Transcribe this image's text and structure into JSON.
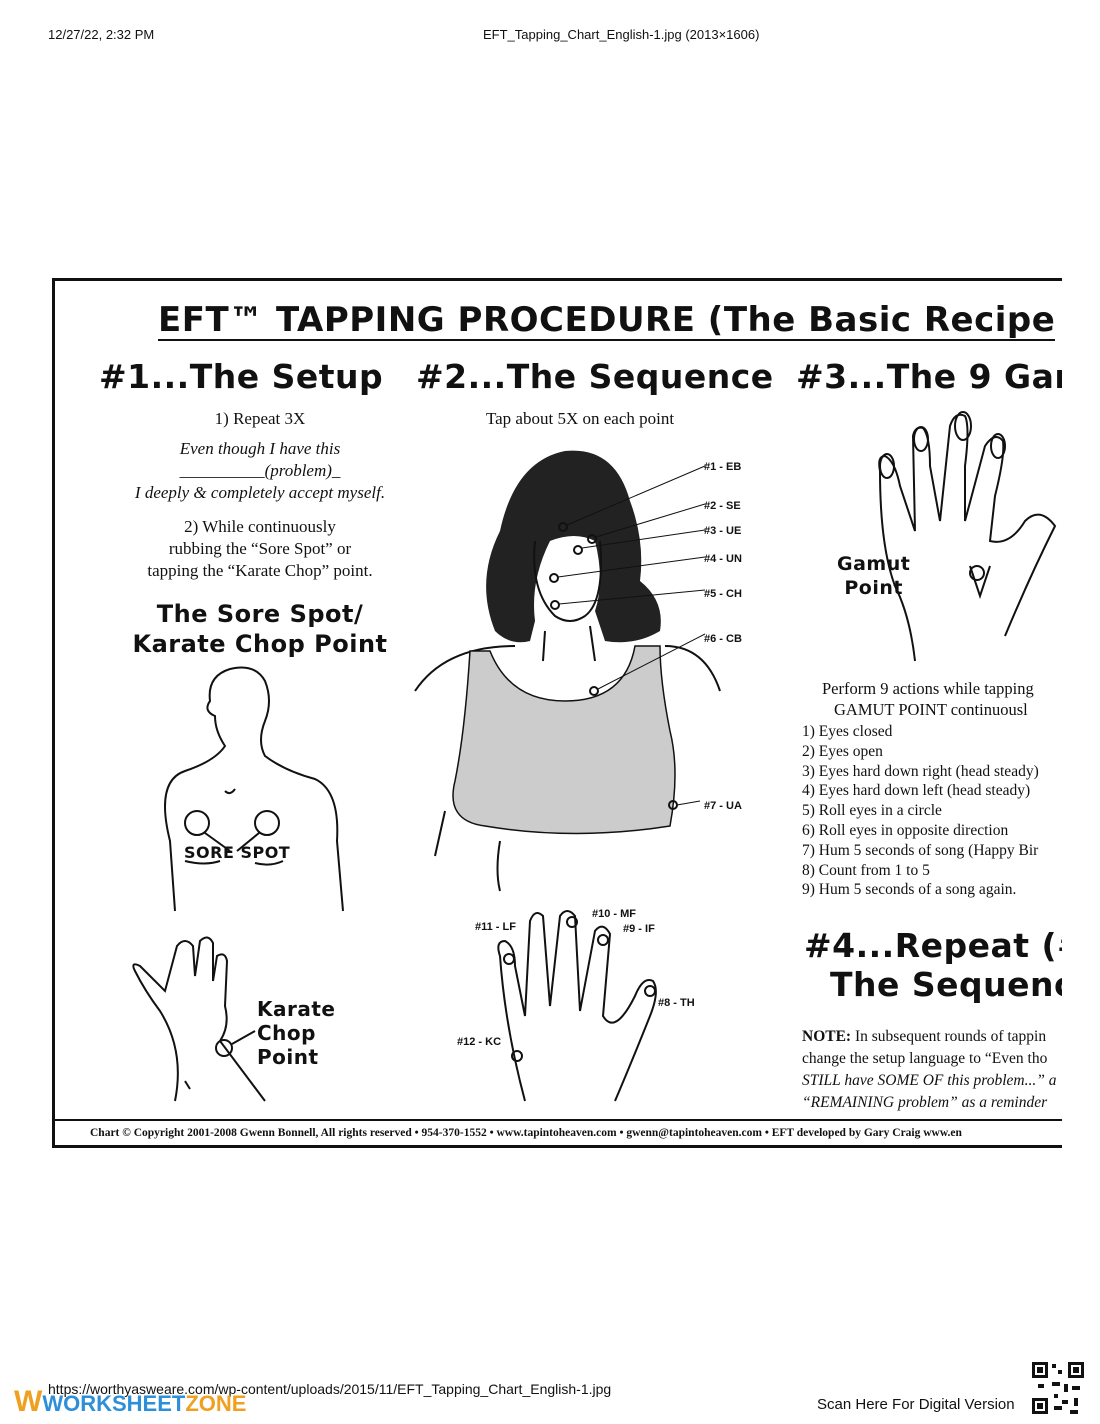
{
  "browser_header": {
    "date": "12/27/22, 2:32 PM",
    "file": "EFT_Tapping_Chart_English-1.jpg (2013×1606)"
  },
  "chart": {
    "title": "EFT™ TAPPING PROCEDURE (The Basic Recipe",
    "setup": {
      "title": "#1...The Setup",
      "repeat": "1) Repeat 3X",
      "affirmation_1": "Even though I have this",
      "affirmation_2": "__________(problem)_",
      "affirmation_3": "I deeply & completely accept myself.",
      "step2_1": "2) While continuously",
      "step2_2": "rubbing the “Sore Spot” or",
      "step2_3": "tapping the “Karate Chop” point.",
      "subtitle_1": "The Sore Spot/",
      "subtitle_2": "Karate Chop Point",
      "sore_spot_label": "SORE SPOT",
      "karate_label_1": "Karate",
      "karate_label_2": "Chop",
      "karate_label_3": "Point"
    },
    "sequence": {
      "title": "#2...The Sequence",
      "instruction": "Tap about 5X on each point",
      "points": [
        "#1 - EB",
        "#2 - SE",
        "#3 - UE",
        "#4 - UN",
        "#5 - CH",
        "#6 - CB",
        "#7 - UA"
      ],
      "hand_points": [
        "#10 - MF",
        "#11 - LF",
        "#9 - IF",
        "#8 - TH",
        "#12 - KC"
      ]
    },
    "gamut": {
      "title": "#3...The 9 Gam",
      "point_label_1": "Gamut",
      "point_label_2": "Point",
      "instruction_1": "Perform 9 actions while tapping",
      "instruction_2": "GAMUT POINT continuousl",
      "actions": [
        "1) Eyes closed",
        "2) Eyes open",
        "3) Eyes hard down right (head steady)",
        "4) Eyes hard down left (head steady)",
        "5) Roll eyes in a circle",
        "6) Roll eyes in opposite direction",
        "7) Hum 5 seconds of song (Happy Bir",
        "8) Count from 1 to 5",
        "9) Hum 5 seconds of a song again."
      ]
    },
    "repeat": {
      "title_1": "#4...Repeat (#",
      "title_2": "The Sequenc",
      "note_label": "NOTE:",
      "note_1": " In subsequent rounds of tappin",
      "note_2": "change the setup language to “Even tho",
      "note_3": "STILL have SOME OF this problem...” a",
      "note_4": "“REMAINING problem” as a reminder"
    },
    "footer": "Chart © Copyright 2001-2008 Gwenn Bonnell, All rights reserved • 954-370-1552 • www.tapintoheaven.com • gwenn@tapintoheaven.com • EFT developed by Gary Craig www.en"
  },
  "page_footer": {
    "url": "https://worthyasweare.com/wp-content/uploads/2015/11/EFT_Tapping_Chart_English-1.jpg",
    "scan": "Scan Here For Digital Version",
    "logo_a": "WORKSHEET",
    "logo_b": "ZONE"
  }
}
